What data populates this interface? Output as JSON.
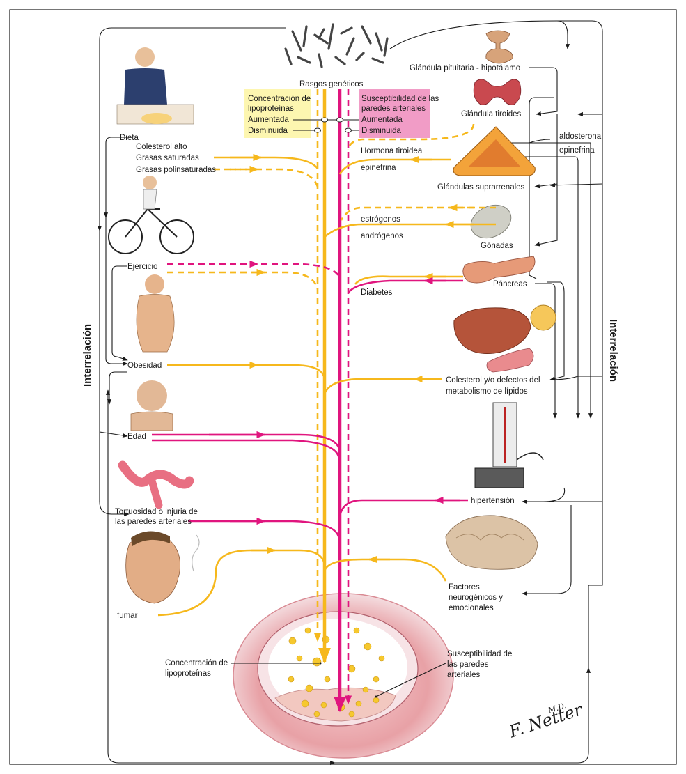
{
  "genetics": {
    "label": "Rasgos genéticos"
  },
  "legend_lipo": {
    "title_line1": "Concentración de",
    "title_line2": "lipoproteínas",
    "increased": "Aumentada",
    "decreased": "Disminuida",
    "color": "#fdf6b0"
  },
  "legend_walls": {
    "title_line1": "Susceptibilidad de las",
    "title_line2": "paredes arteriales",
    "increased": "Aumentada",
    "decreased": "Disminuida",
    "color": "#f19cc6"
  },
  "left": {
    "diet": "Dieta",
    "high_cholesterol": "Colesterol alto",
    "saturated_fats": "Grasas saturadas",
    "polyunsaturated_fats": "Grasas polinsaturadas",
    "exercise": "Ejercicio",
    "obesity": "Obesidad",
    "age": "Edad",
    "tortuosity_line1": "Tortuosidad o injuria de",
    "tortuosity_line2": "las paredes arteriales",
    "smoking": "fumar"
  },
  "right": {
    "pituitary": "Glándula pituitaria - hipotálamo",
    "thyroid": "Glándula tiroides",
    "aldosterone": "aldosterona",
    "epinephrine_side": "epinefrina",
    "thyroid_hormone": "Hormona tiroidea",
    "epinephrine": "epinefrina",
    "adrenals": "Glándulas suprarrenales",
    "estrogens": "estrógenos",
    "androgens": "andrógenos",
    "gonads": "Gónadas",
    "pancreas": "Páncreas",
    "diabetes": "Diabetes",
    "lipid_defects_line1": "Colesterol y/o defectos del",
    "lipid_defects_line2": "metabolismo de lípidos",
    "hypertension": "hipertensión",
    "neuro_line1": "Factores",
    "neuro_line2": "neurogénicos y",
    "neuro_line3": "emocionales"
  },
  "interrelation": "Interrelación",
  "artery": {
    "lipo_line1": "Concentración de",
    "lipo_line2": "lipoproteínas",
    "walls_line1": "Susceptibilidad de",
    "walls_line2": "las paredes",
    "walls_line3": "arteriales"
  },
  "signature": {
    "line1": "F. Netter",
    "line2": "M.D."
  },
  "colors": {
    "lipoprotein_path": "#f6b81c",
    "wall_path": "#e0157e",
    "frame": "#1a1a1a"
  }
}
